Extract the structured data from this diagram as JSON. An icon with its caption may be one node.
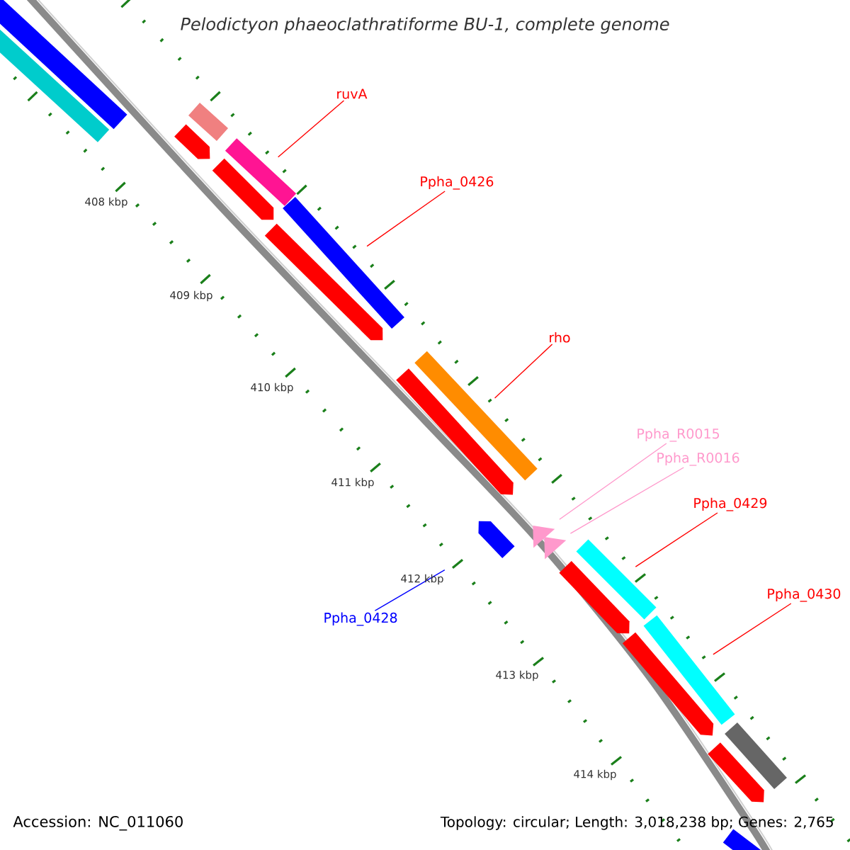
{
  "diagram": {
    "title": "Pelodictyon phaeoclathratiforme BU-1, complete genome",
    "nodes": [
      {
        "text": [
          "ruvA"
        ]
      },
      {
        "text": [
          "Ppha_0426"
        ]
      },
      {
        "text": [
          "rho"
        ]
      },
      {
        "text": [
          "Ppha_R0015"
        ]
      },
      {
        "text": [
          "Ppha_R0016"
        ]
      },
      {
        "text": [
          "Ppha_0429"
        ]
      },
      {
        "text": [
          "Ppha_0430"
        ]
      },
      {
        "text": [
          "Ppha_0428"
        ]
      },
      {
        "text": [],
        "shape": "bar"
      },
      {
        "text": [],
        "shape": "bar"
      },
      {
        "text": [],
        "shape": "bar"
      },
      {
        "text": [],
        "shape": "arrow"
      },
      {
        "text": [],
        "shape": "bar"
      },
      {
        "text": [],
        "shape": "arrow"
      },
      {
        "text": [],
        "shape": "bar"
      },
      {
        "text": [],
        "shape": "arrow"
      },
      {
        "text": [],
        "shape": "bar"
      },
      {
        "text": [],
        "shape": "arrow"
      },
      {
        "text": [],
        "shape": "arrow"
      },
      {
        "text": [],
        "shape": "triangle"
      },
      {
        "text": [],
        "shape": "triangle"
      },
      {
        "text": [],
        "shape": "arrow"
      },
      {
        "text": [],
        "shape": "bar"
      },
      {
        "text": [],
        "shape": "arrow"
      },
      {
        "text": [],
        "shape": "bar"
      },
      {
        "text": [],
        "shape": "arrow"
      },
      {
        "text": [],
        "shape": "bar"
      },
      {
        "text": [],
        "shape": "bar"
      }
    ],
    "edges": [
      {
        "from": 0,
        "to": 12,
        "arrow": "none"
      },
      {
        "from": 1,
        "to": 14,
        "arrow": "none"
      },
      {
        "from": 2,
        "to": 16,
        "arrow": "none"
      },
      {
        "from": 3,
        "to": 19,
        "arrow": "none",
        "color": "#ff99cc"
      },
      {
        "from": 4,
        "to": 20,
        "arrow": "none",
        "color": "#ff99cc"
      },
      {
        "from": 5,
        "to": 22,
        "arrow": "none"
      },
      {
        "from": 6,
        "to": 24,
        "arrow": "none"
      },
      {
        "from": 7,
        "to": 18,
        "arrow": "none",
        "color": "#0000ff"
      }
    ],
    "labels": [
      "408 kbp",
      "409 kbp",
      "410 kbp",
      "411 kbp",
      "412 kbp",
      "413 kbp",
      "414 kbp",
      "Accession: NC_011060",
      "Topology: circular; Length: 3,018,238 bp; Genes: 2,765"
    ]
  }
}
